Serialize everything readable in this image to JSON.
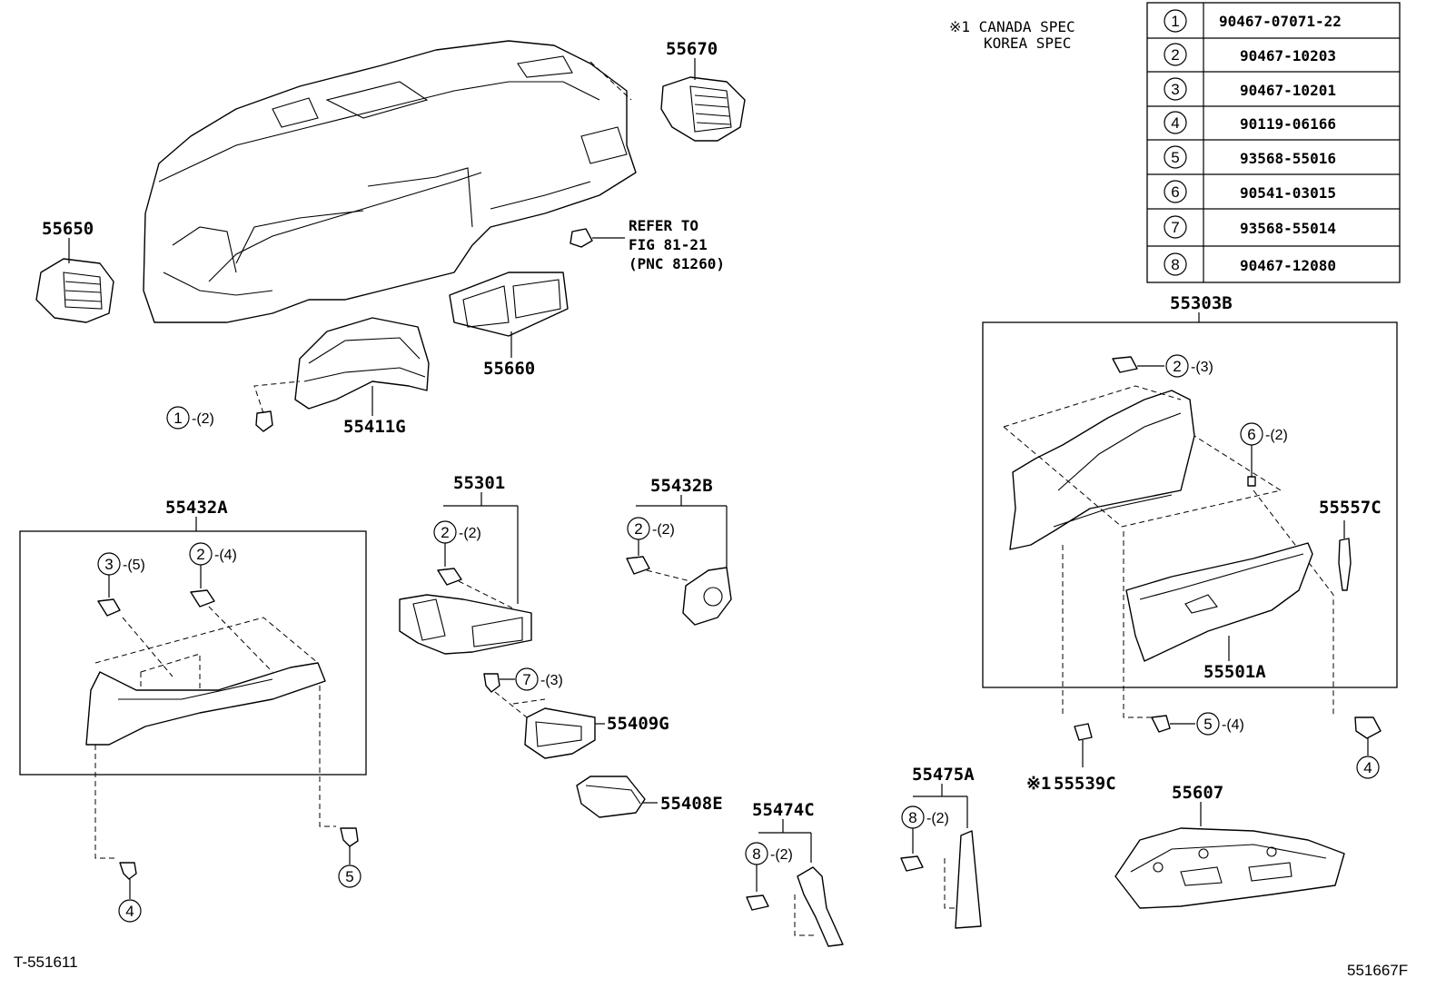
{
  "spec_note": {
    "line1": "※1 CANADA SPEC",
    "line2": "KOREA SPEC"
  },
  "parts_table": [
    {
      "num": "1",
      "part_no": "90467-07071-22"
    },
    {
      "num": "2",
      "part_no": "90467-10203"
    },
    {
      "num": "3",
      "part_no": "90467-10201"
    },
    {
      "num": "4",
      "part_no": "90119-06166"
    },
    {
      "num": "5",
      "part_no": "93568-55016"
    },
    {
      "num": "6",
      "part_no": "90541-03015"
    },
    {
      "num": "7",
      "part_no": "93568-55014"
    },
    {
      "num": "8",
      "part_no": "90467-12080"
    }
  ],
  "labels": {
    "p55670": "55670",
    "p55650": "55650",
    "p55660": "55660",
    "p55411g": "55411G",
    "p55301": "55301",
    "p55432b": "55432B",
    "p55432a": "55432A",
    "p55409g": "55409G",
    "p55408e": "55408E",
    "p55474c": "55474C",
    "p55475a": "55475A",
    "p55539c": "55539C",
    "p55607": "55607",
    "p55303b": "55303B",
    "p55557c": "55557C",
    "p55501a": "55501A",
    "p55539c_mark": "※1"
  },
  "refer": {
    "line1": "REFER TO",
    "line2": "FIG 81-21",
    "line3": "(PNC 81260)"
  },
  "callouts": {
    "c1": {
      "num": "1",
      "qty": "-(2)"
    },
    "c2_55301": {
      "num": "2",
      "qty": "-(2)"
    },
    "c2_55432b": {
      "num": "2",
      "qty": "-(2)"
    },
    "c3_55432a": {
      "num": "3",
      "qty": "-(5)"
    },
    "c2_55432a": {
      "num": "2",
      "qty": "-(4)"
    },
    "c7": {
      "num": "7",
      "qty": "-(3)"
    },
    "c4_left": {
      "num": "4"
    },
    "c5_left": {
      "num": "5"
    },
    "c8_55474c": {
      "num": "8",
      "qty": "-(2)"
    },
    "c8_55475a": {
      "num": "8",
      "qty": "-(2)"
    },
    "c2_55303b": {
      "num": "2",
      "qty": "-(3)"
    },
    "c6": {
      "num": "6",
      "qty": "-(2)"
    },
    "c5_right": {
      "num": "5",
      "qty": "-(4)"
    },
    "c4_right": {
      "num": "4"
    }
  },
  "footer": {
    "left": "T-551611",
    "right": "551667F"
  }
}
